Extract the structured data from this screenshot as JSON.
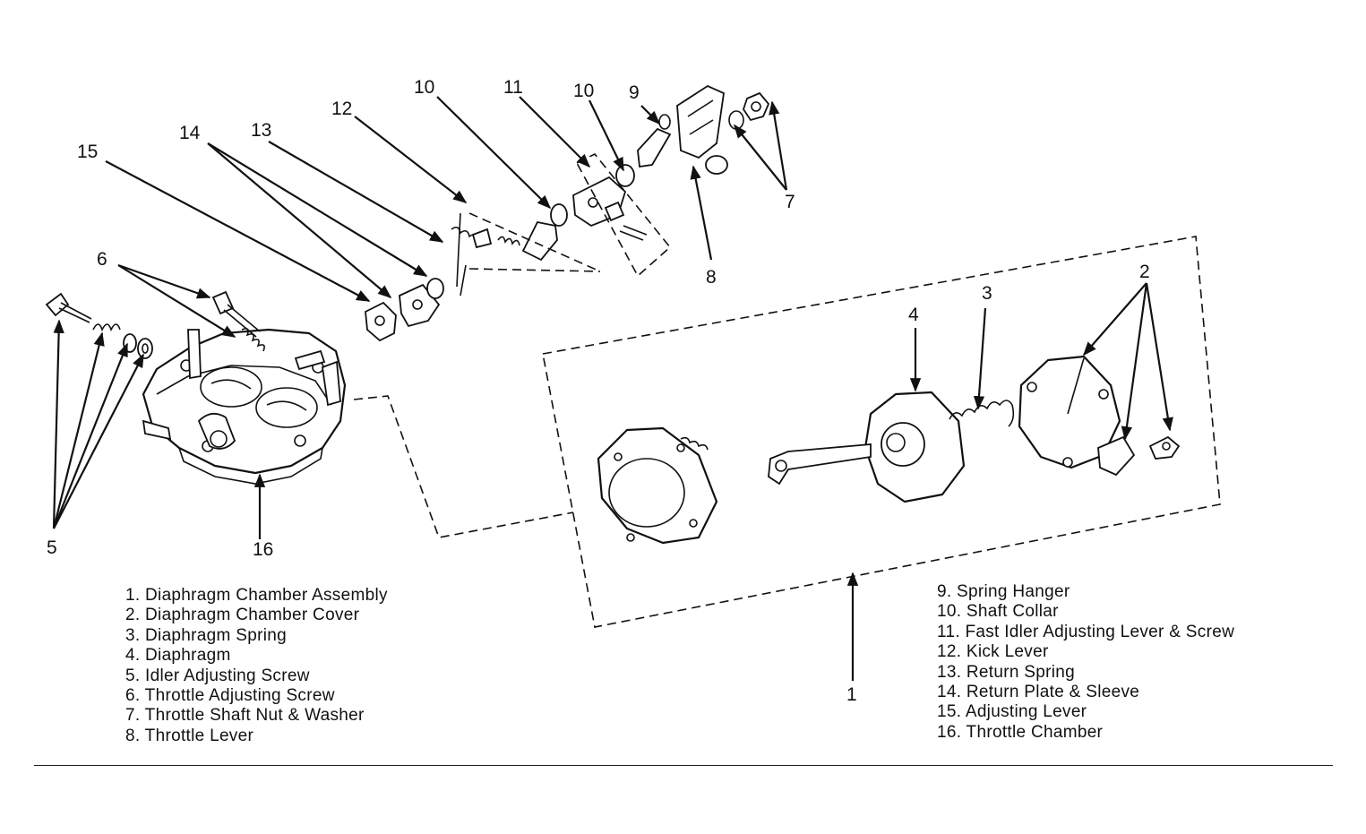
{
  "callouts": {
    "c1": "1",
    "c2": "2",
    "c3": "3",
    "c4": "4",
    "c5": "5",
    "c6": "6",
    "c7": "7",
    "c8": "8",
    "c9": "9",
    "c10a": "10",
    "c10b": "10",
    "c11": "11",
    "c12": "12",
    "c13": "13",
    "c14": "14",
    "c15": "15",
    "c16": "16"
  },
  "legend_left": [
    "1. Diaphragm Chamber Assembly",
    "2. Diaphragm Chamber Cover",
    "3. Diaphragm Spring",
    "4. Diaphragm",
    "5. Idler Adjusting Screw",
    "6. Throttle Adjusting Screw",
    "7. Throttle Shaft Nut & Washer",
    "8. Throttle Lever"
  ],
  "legend_right": [
    "9. Spring Hanger",
    "10. Shaft Collar",
    "11. Fast Idler Adjusting Lever & Screw",
    "12. Kick Lever",
    "13. Return Spring",
    "14. Return Plate & Sleeve",
    "15. Adjusting Lever",
    "16. Throttle Chamber"
  ]
}
